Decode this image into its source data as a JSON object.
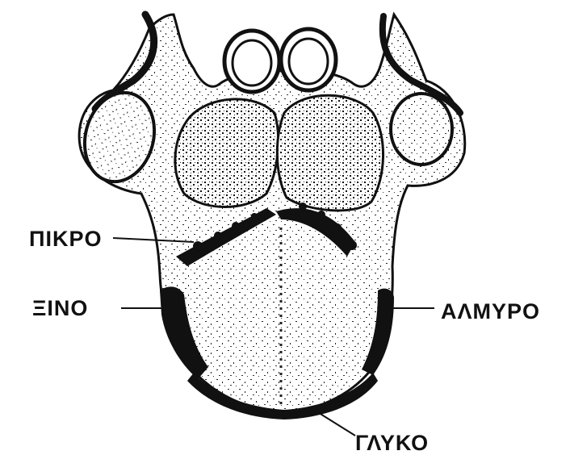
{
  "labels": {
    "bitter": "ΠΙΚΡΟ",
    "sour": "ΞΙΝΟ",
    "salty": "ΑΛΜΥΡΟ",
    "sweet": "ΓΛΥΚΟ"
  },
  "colors": {
    "ink": "#111111",
    "paper": "#ffffff"
  }
}
